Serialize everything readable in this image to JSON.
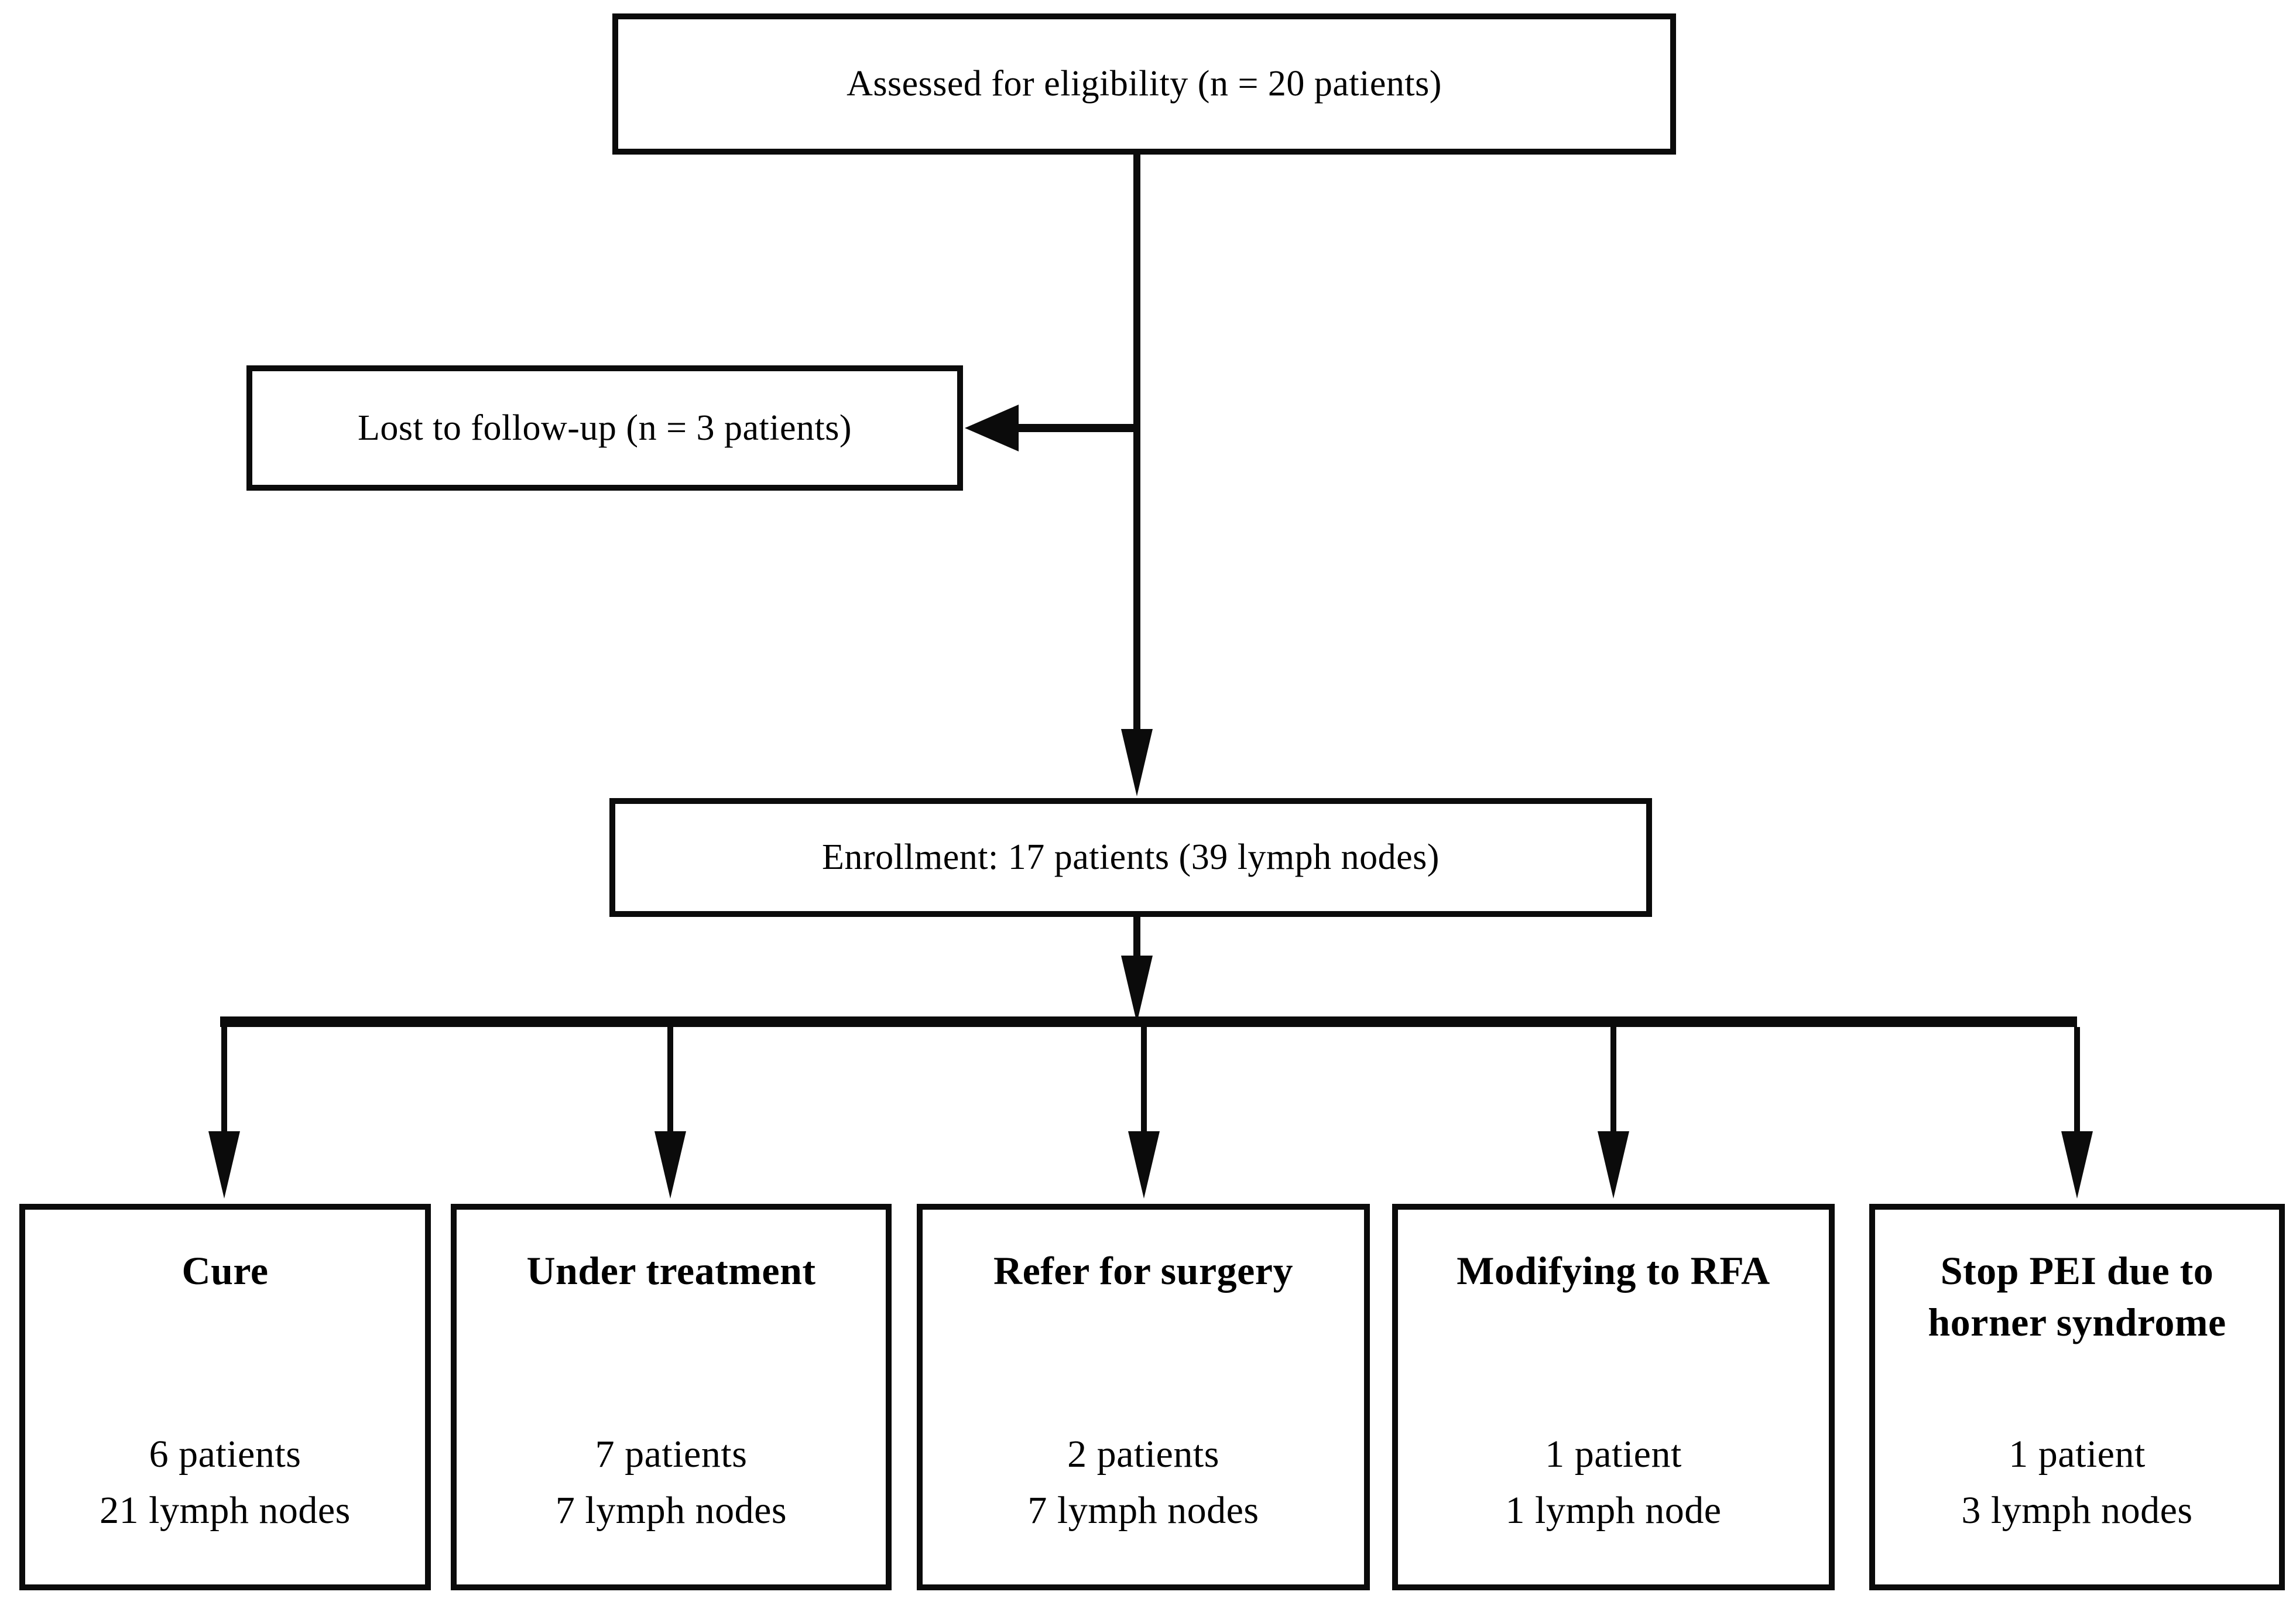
{
  "diagram": {
    "type": "flowchart",
    "colors": {
      "line": "#0b0b0b",
      "background": "#ffffff",
      "text": "#000000"
    },
    "assessed": {
      "text": "Assessed for eligibility (n = 20 patients)"
    },
    "lost_to_followup": {
      "text": "Lost to follow-up (n = 3 patients)"
    },
    "enrollment": {
      "text": "Enrollment: 17 patients (39 lymph nodes)"
    },
    "outcomes": [
      {
        "title": "Cure",
        "patients": "6 patients",
        "lymph_nodes": "21 lymph nodes"
      },
      {
        "title": "Under treatment",
        "patients": "7 patients",
        "lymph_nodes": "7 lymph nodes"
      },
      {
        "title": "Refer for surgery",
        "patients": "2 patients",
        "lymph_nodes": "7 lymph nodes"
      },
      {
        "title": "Modifying to RFA",
        "patients": "1 patient",
        "lymph_nodes": "1 lymph node"
      },
      {
        "title": "Stop PEI due to horner syndrome",
        "patients": "1 patient",
        "lymph_nodes": "3 lymph nodes"
      }
    ]
  }
}
